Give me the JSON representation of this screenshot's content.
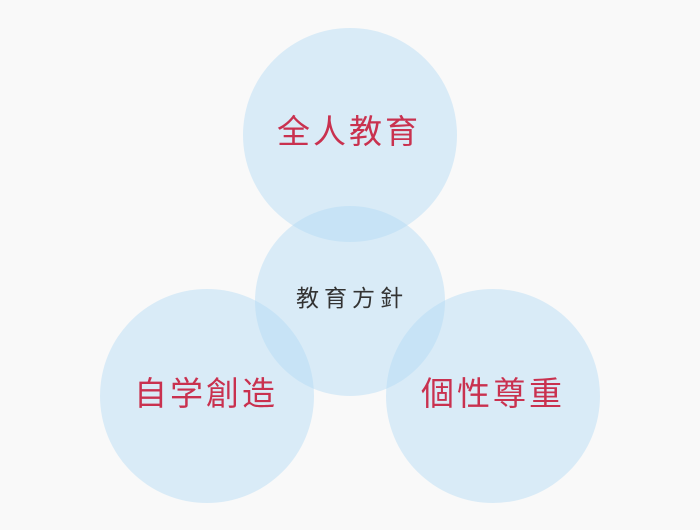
{
  "diagram": {
    "type": "venn",
    "center": {
      "label": "教育方針",
      "text_color": "#333333"
    },
    "outer": [
      {
        "id": "top",
        "label": "全人教育"
      },
      {
        "id": "left",
        "label": "自学創造"
      },
      {
        "id": "right",
        "label": "個性尊重"
      }
    ],
    "colors": {
      "background": "#f9f9f9",
      "circle_fill": "#dbeefa",
      "circle_overlap": "#c4e5f8",
      "outer_text": "#c9314f",
      "center_text": "#333333"
    }
  }
}
